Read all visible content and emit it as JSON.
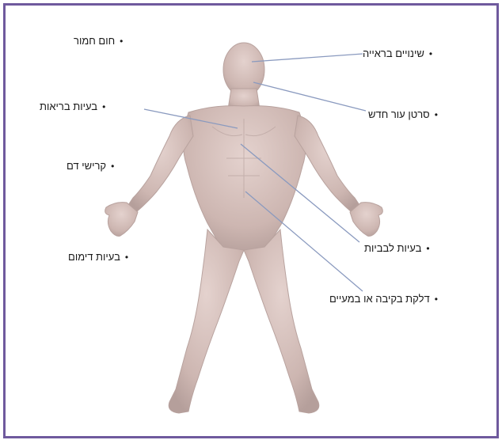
{
  "diagram": {
    "border_color": "#6f5a9d",
    "leader_color": "#8a9abf",
    "skin_color": "#d7c2be",
    "labels": {
      "fever": "חום חמור",
      "vision": "שינויים בראייה",
      "breathing": "בעיות בריאות",
      "skin_cancer": "סרטן עור חדש",
      "clots": "קרישי דם",
      "liver": "בעיות לבביות",
      "bleeding": "בעיות דימום",
      "gut": "דלקת בקיבה או במעיים"
    }
  }
}
